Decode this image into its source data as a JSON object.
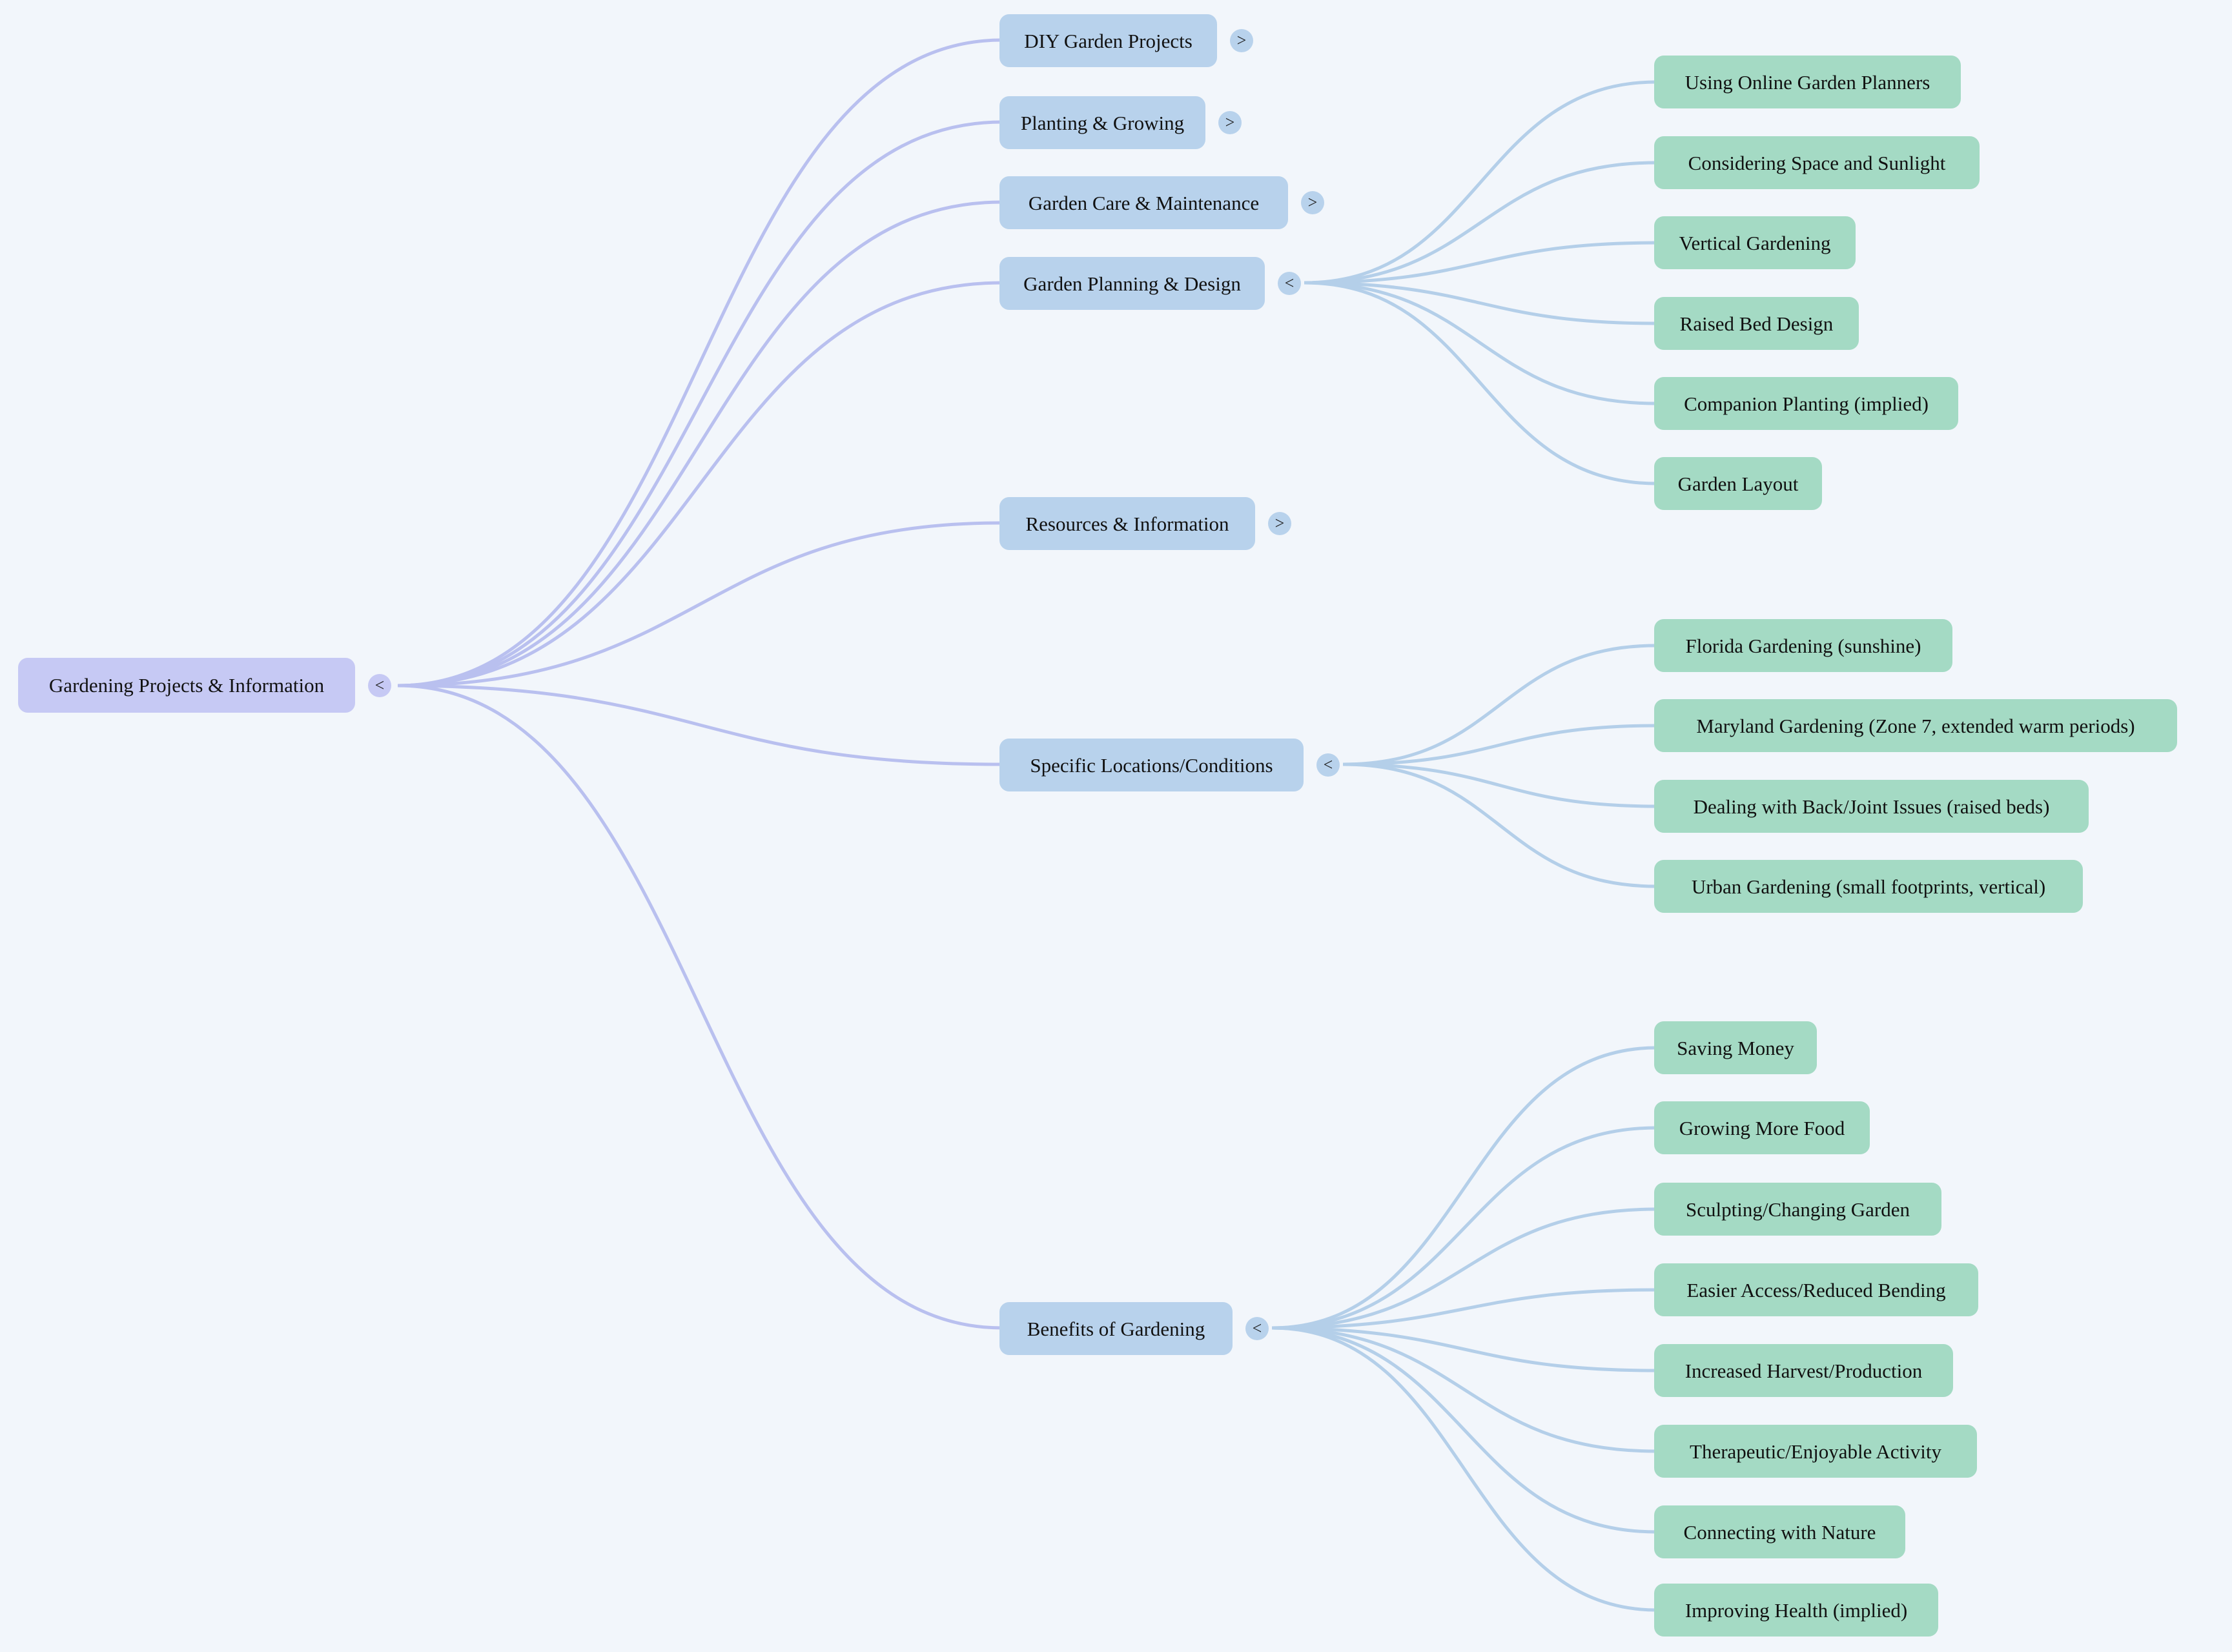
{
  "glyphs": {
    "expanded": "<",
    "collapsed": ">"
  },
  "colors": {
    "background": "#f2f6fb",
    "root_node_fill": "#c6c9f4",
    "branch_node_fill": "#b8d2ec",
    "leaf_node_fill": "#a4dac4",
    "root_edge": "#b9c0ef",
    "branch_edge": "#b4cfe9",
    "text": "#111111"
  },
  "root": {
    "label": "Gardening Projects & Information",
    "state": "expanded"
  },
  "level1": [
    {
      "label": "DIY Garden Projects",
      "state": "collapsed"
    },
    {
      "label": "Planting & Growing",
      "state": "collapsed"
    },
    {
      "label": "Garden Care & Maintenance",
      "state": "collapsed"
    },
    {
      "label": "Garden Planning & Design",
      "state": "expanded"
    },
    {
      "label": "Resources & Information",
      "state": "collapsed"
    },
    {
      "label": "Specific Locations/Conditions",
      "state": "expanded"
    },
    {
      "label": "Benefits of Gardening",
      "state": "expanded"
    }
  ],
  "children": {
    "garden_planning_design": [
      "Using Online Garden Planners",
      "Considering Space and Sunlight",
      "Vertical Gardening",
      "Raised Bed Design",
      "Companion Planting (implied)",
      "Garden Layout"
    ],
    "specific_locations_conditions": [
      "Florida Gardening (sunshine)",
      "Maryland Gardening (Zone 7, extended warm periods)",
      "Dealing with Back/Joint Issues (raised beds)",
      "Urban Gardening (small footprints, vertical)"
    ],
    "benefits_of_gardening": [
      "Saving Money",
      "Growing More Food",
      "Sculpting/Changing Garden",
      "Easier Access/Reduced Bending",
      "Increased Harvest/Production",
      "Therapeutic/Enjoyable Activity",
      "Connecting with Nature",
      "Improving Health (implied)"
    ]
  }
}
